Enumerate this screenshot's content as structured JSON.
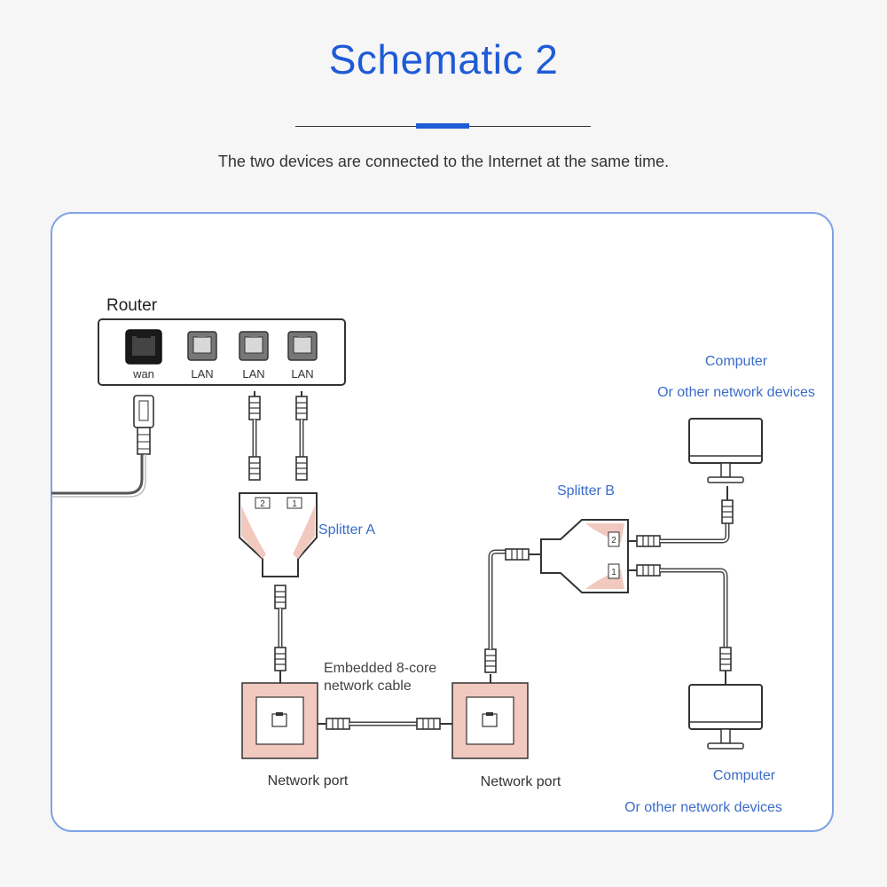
{
  "header": {
    "title": "Schematic 2",
    "subtitle": "The two devices are connected to the Internet at the same time."
  },
  "diagram": {
    "router_label": "Router",
    "router_ports": [
      "wan",
      "LAN",
      "LAN",
      "LAN"
    ],
    "splitter_a_label": "Splitter A",
    "splitter_a_ports": [
      "2",
      "1"
    ],
    "splitter_b_label": "Splitter B",
    "splitter_b_ports": [
      "2",
      "1"
    ],
    "cable_label_line1": "Embedded 8-core",
    "cable_label_line2": "network cable",
    "port_left_label": "Network port",
    "port_right_label": "Network port",
    "computer_top_line1": "Computer",
    "computer_top_line2": "Or other network devices",
    "computer_bottom_line1": "Computer",
    "computer_bottom_line2": "Or other network devices"
  },
  "colors": {
    "accent": "#1f5bd6",
    "label_blue": "#3a6cc8",
    "panel_border": "#7ea3e6",
    "pink": "#f2c9bf"
  }
}
